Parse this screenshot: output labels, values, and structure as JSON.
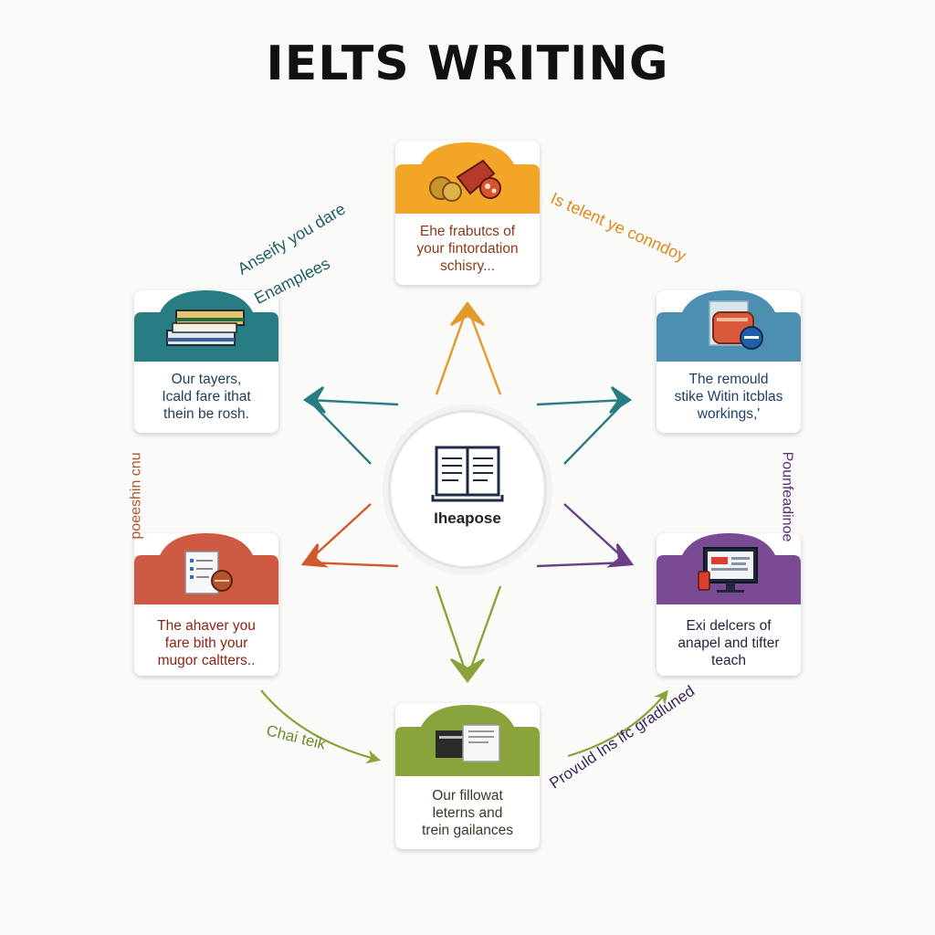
{
  "title": "IELTS WRITING",
  "center": {
    "label": "Iheapose",
    "icon": "open-book-icon"
  },
  "colors": {
    "top": "#f2a526",
    "top_right": "#4d8fb0",
    "bottom_right": "#7a4b94",
    "bottom": "#8aa43c",
    "bottom_left": "#cf5a44",
    "top_left": "#277d82"
  },
  "cards": {
    "top": {
      "text": "Ehe frabutcs of\nyour fintordation\nschisry...",
      "icon": "food-items-icon"
    },
    "top_right": {
      "text": "The remould\nstike Witin itcblas\nworkings,'",
      "icon": "bag-and-badge-icon"
    },
    "bottom_right": {
      "text": "Exi delcers of\nanapel and tifter\nteach",
      "icon": "computer-monitor-icon"
    },
    "bottom": {
      "text": "Our fillowat\nleterns and\ntrein gailances",
      "icon": "stacked-papers-icon"
    },
    "bottom_left": {
      "text": "The ahaver you\nfare bith your\nmugor caltters..",
      "icon": "document-checklist-icon"
    },
    "top_left": {
      "text": "Our tayers,\nIcald fare ithat\nthein be rosh.",
      "icon": "books-icon"
    }
  },
  "labels": {
    "top_left_a": "Anseify you dare",
    "top_left_b": "Enamplees",
    "top_right": "Is telent ye conndoy",
    "right": "Pounfeadinoe",
    "left": "poeeshin cnu",
    "bottom_left": "Chai teik",
    "bottom_right": "Provuld Ins ifc gradluned"
  }
}
